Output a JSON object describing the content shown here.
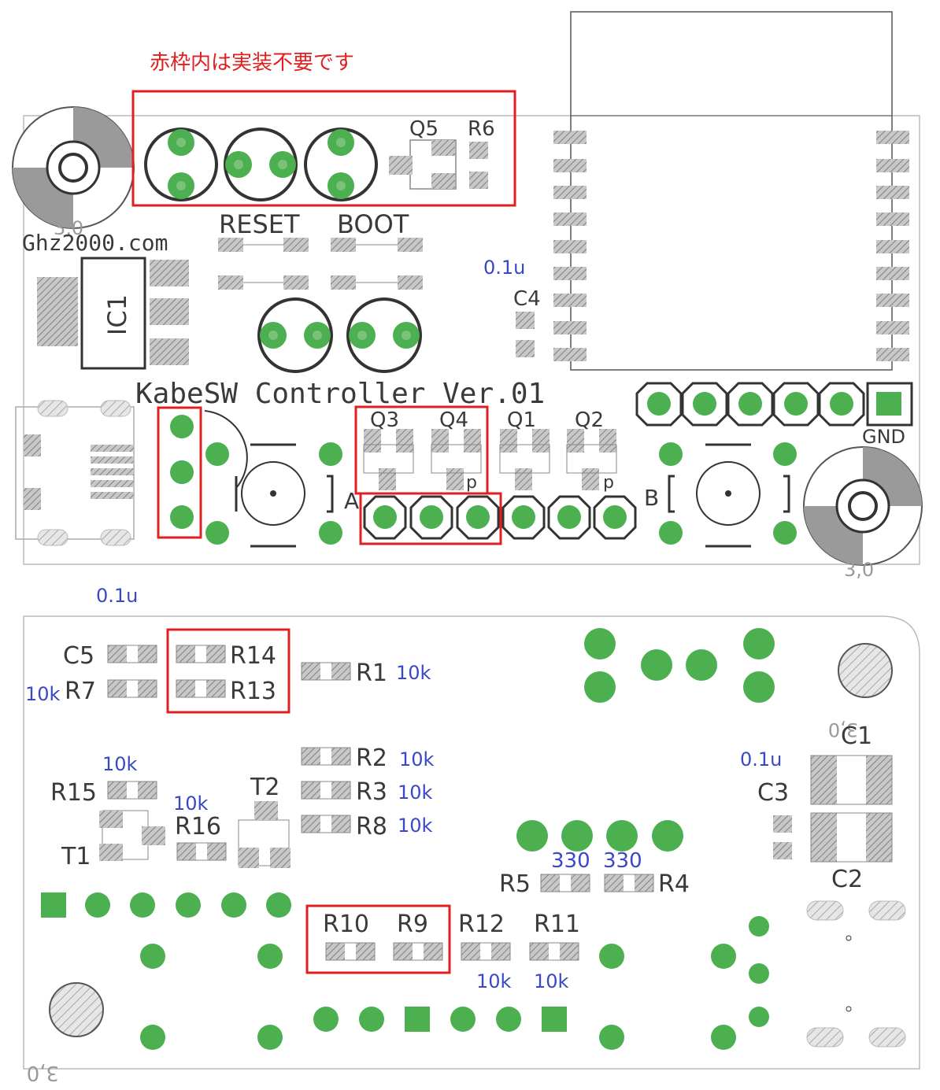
{
  "note": "赤枠内は実装不要です",
  "top_board": {
    "title": "KabeSW Controller Ver.01",
    "site": "Ghz2000.com",
    "hole_label": "3,0",
    "ic_label": "IC1",
    "reset_label": "RESET",
    "boot_label": "BOOT",
    "q5_label": "Q5",
    "r6_label": "R6",
    "c4_label": "C4",
    "c4_value": "0.1u",
    "q3_label": "Q3",
    "q4_label": "Q4",
    "q1_label": "Q1",
    "q2_label": "Q2",
    "p_label": "p",
    "a_label": "A",
    "b_label": "B",
    "gnd_label": "GND"
  },
  "bottom_board": {
    "top_value": "0.1u",
    "hole_label": "3,0",
    "c5_label": "C5",
    "r7_label": "R7",
    "r7_value": "10k",
    "r14_label": "R14",
    "r13_label": "R13",
    "r1_label": "R1",
    "r1_value": "10k",
    "r2_label": "R2",
    "r2_value": "10k",
    "r3_label": "R3",
    "r3_value": "10k",
    "r8_label": "R8",
    "r8_value": "10k",
    "r15_label": "R15",
    "r15_value": "10k",
    "r16_label": "R16",
    "r16_value": "10k",
    "t1_label": "T1",
    "t2_label": "T2",
    "c1_label": "C1",
    "c3_label": "C3",
    "c3_value": "0.1u",
    "c2_label": "C2",
    "r5_label": "R5",
    "r5_value": "330",
    "r4_label": "R4",
    "r4_value": "330",
    "r10_label": "R10",
    "r9_label": "R9",
    "r12_label": "R12",
    "r12_value": "10k",
    "r11_label": "R11",
    "r11_value": "10k"
  }
}
